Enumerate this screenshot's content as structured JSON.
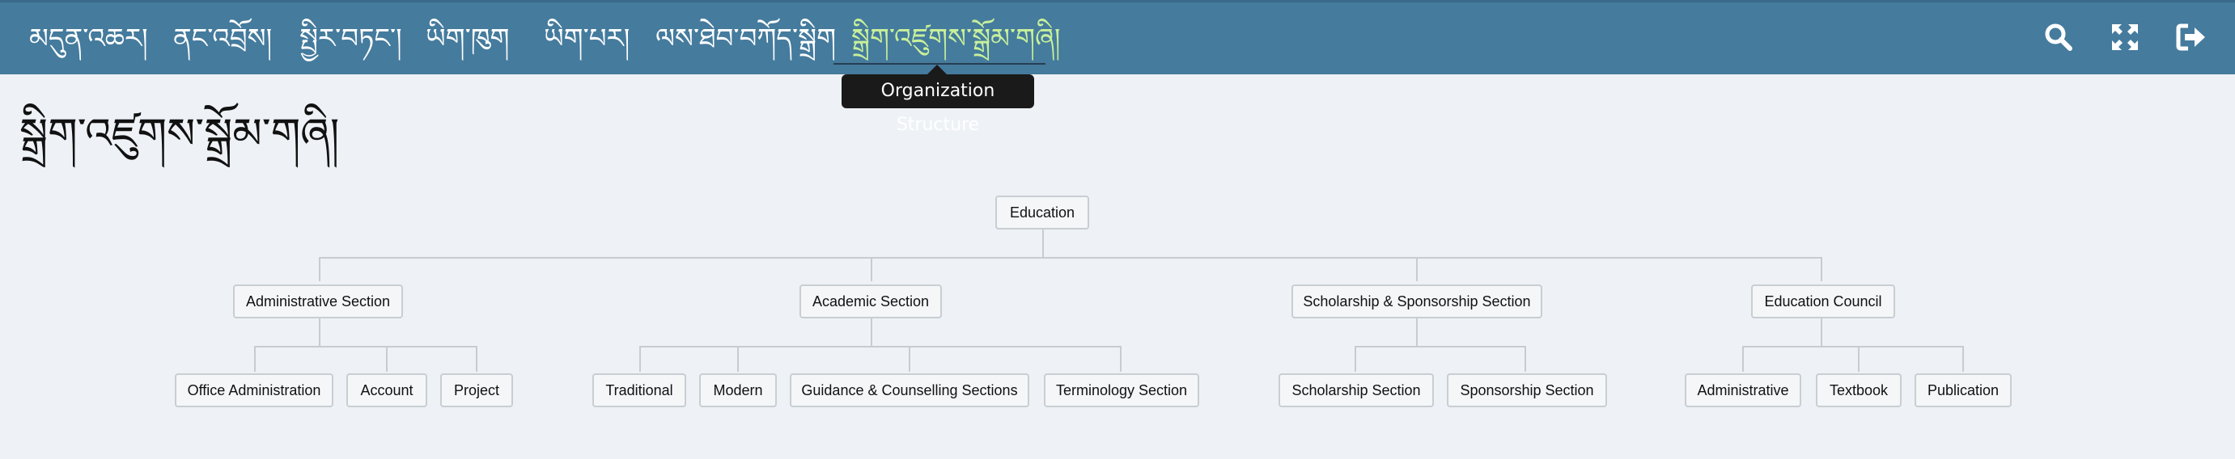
{
  "nav": {
    "items": [
      {
        "label": "མདུན་འཆར།"
      },
      {
        "label": "ནང་འབྲོས།"
      },
      {
        "label": "སྤྱིར་བཏང་།"
      },
      {
        "label": "ཡིག་ཁུག"
      },
      {
        "label": "ཡིག་པར།"
      },
      {
        "label": "ལས་ཐེབ་བཀོད་སྒྲིག"
      },
      {
        "label": "སྒྲིག་འཛུགས་སྒྲོམ་གཞི།"
      }
    ],
    "active_index": 6,
    "tooltip": "Organization Structure",
    "icons": [
      "search-icon",
      "fullscreen-icon",
      "logout-icon"
    ]
  },
  "page": {
    "title": "སྒྲིག་འཛུགས་སྒྲོམ་གཞི།"
  },
  "org": {
    "root": "Education",
    "sections": [
      {
        "label": "Administrative Section",
        "children": [
          "Office Administration",
          "Account",
          "Project"
        ]
      },
      {
        "label": "Academic Section",
        "children": [
          "Traditional",
          "Modern",
          "Guidance & Counselling Sections",
          "Terminology Section"
        ]
      },
      {
        "label": "Scholarship & Sponsorship Section",
        "children": [
          "Scholarship Section",
          "Sponsorship Section"
        ]
      },
      {
        "label": "Education Council",
        "children": [
          "Administrative",
          "Textbook",
          "Publication"
        ]
      }
    ]
  },
  "colors": {
    "navbar": "#457b9d",
    "active_nav": "#c8f09a",
    "background": "#eef2f6",
    "tooltip": "#1a1a1a",
    "node_border": "#c9ced3",
    "connector": "#c7ccd2"
  }
}
